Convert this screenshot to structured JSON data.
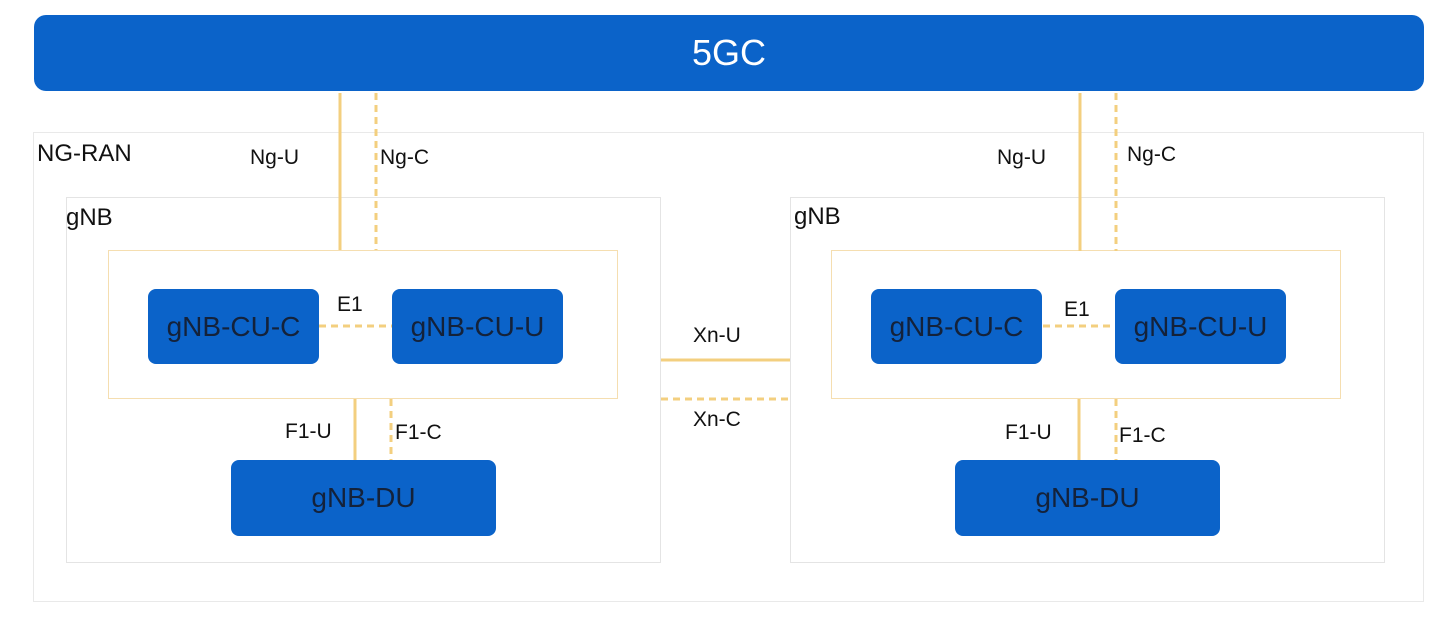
{
  "core": {
    "label": "5GC"
  },
  "ngran": {
    "label": "NG-RAN"
  },
  "interfaces": {
    "ng_u": "Ng-U",
    "ng_c": "Ng-C",
    "xn_u": "Xn-U",
    "xn_c": "Xn-C",
    "e1": "E1",
    "f1_u": "F1-U",
    "f1_c": "F1-C"
  },
  "left_gnb": {
    "label": "gNB",
    "cu_c": "gNB-CU-C",
    "cu_u": "gNB-CU-U",
    "du": "gNB-DU"
  },
  "right_gnb": {
    "label": "gNB",
    "cu_c": "gNB-CU-C",
    "cu_u": "gNB-CU-U",
    "du": "gNB-DU"
  },
  "colors": {
    "node_blue": "#0b63c9",
    "link_gold": "#f3cf7f",
    "border_gray": "#e4e4e4"
  }
}
